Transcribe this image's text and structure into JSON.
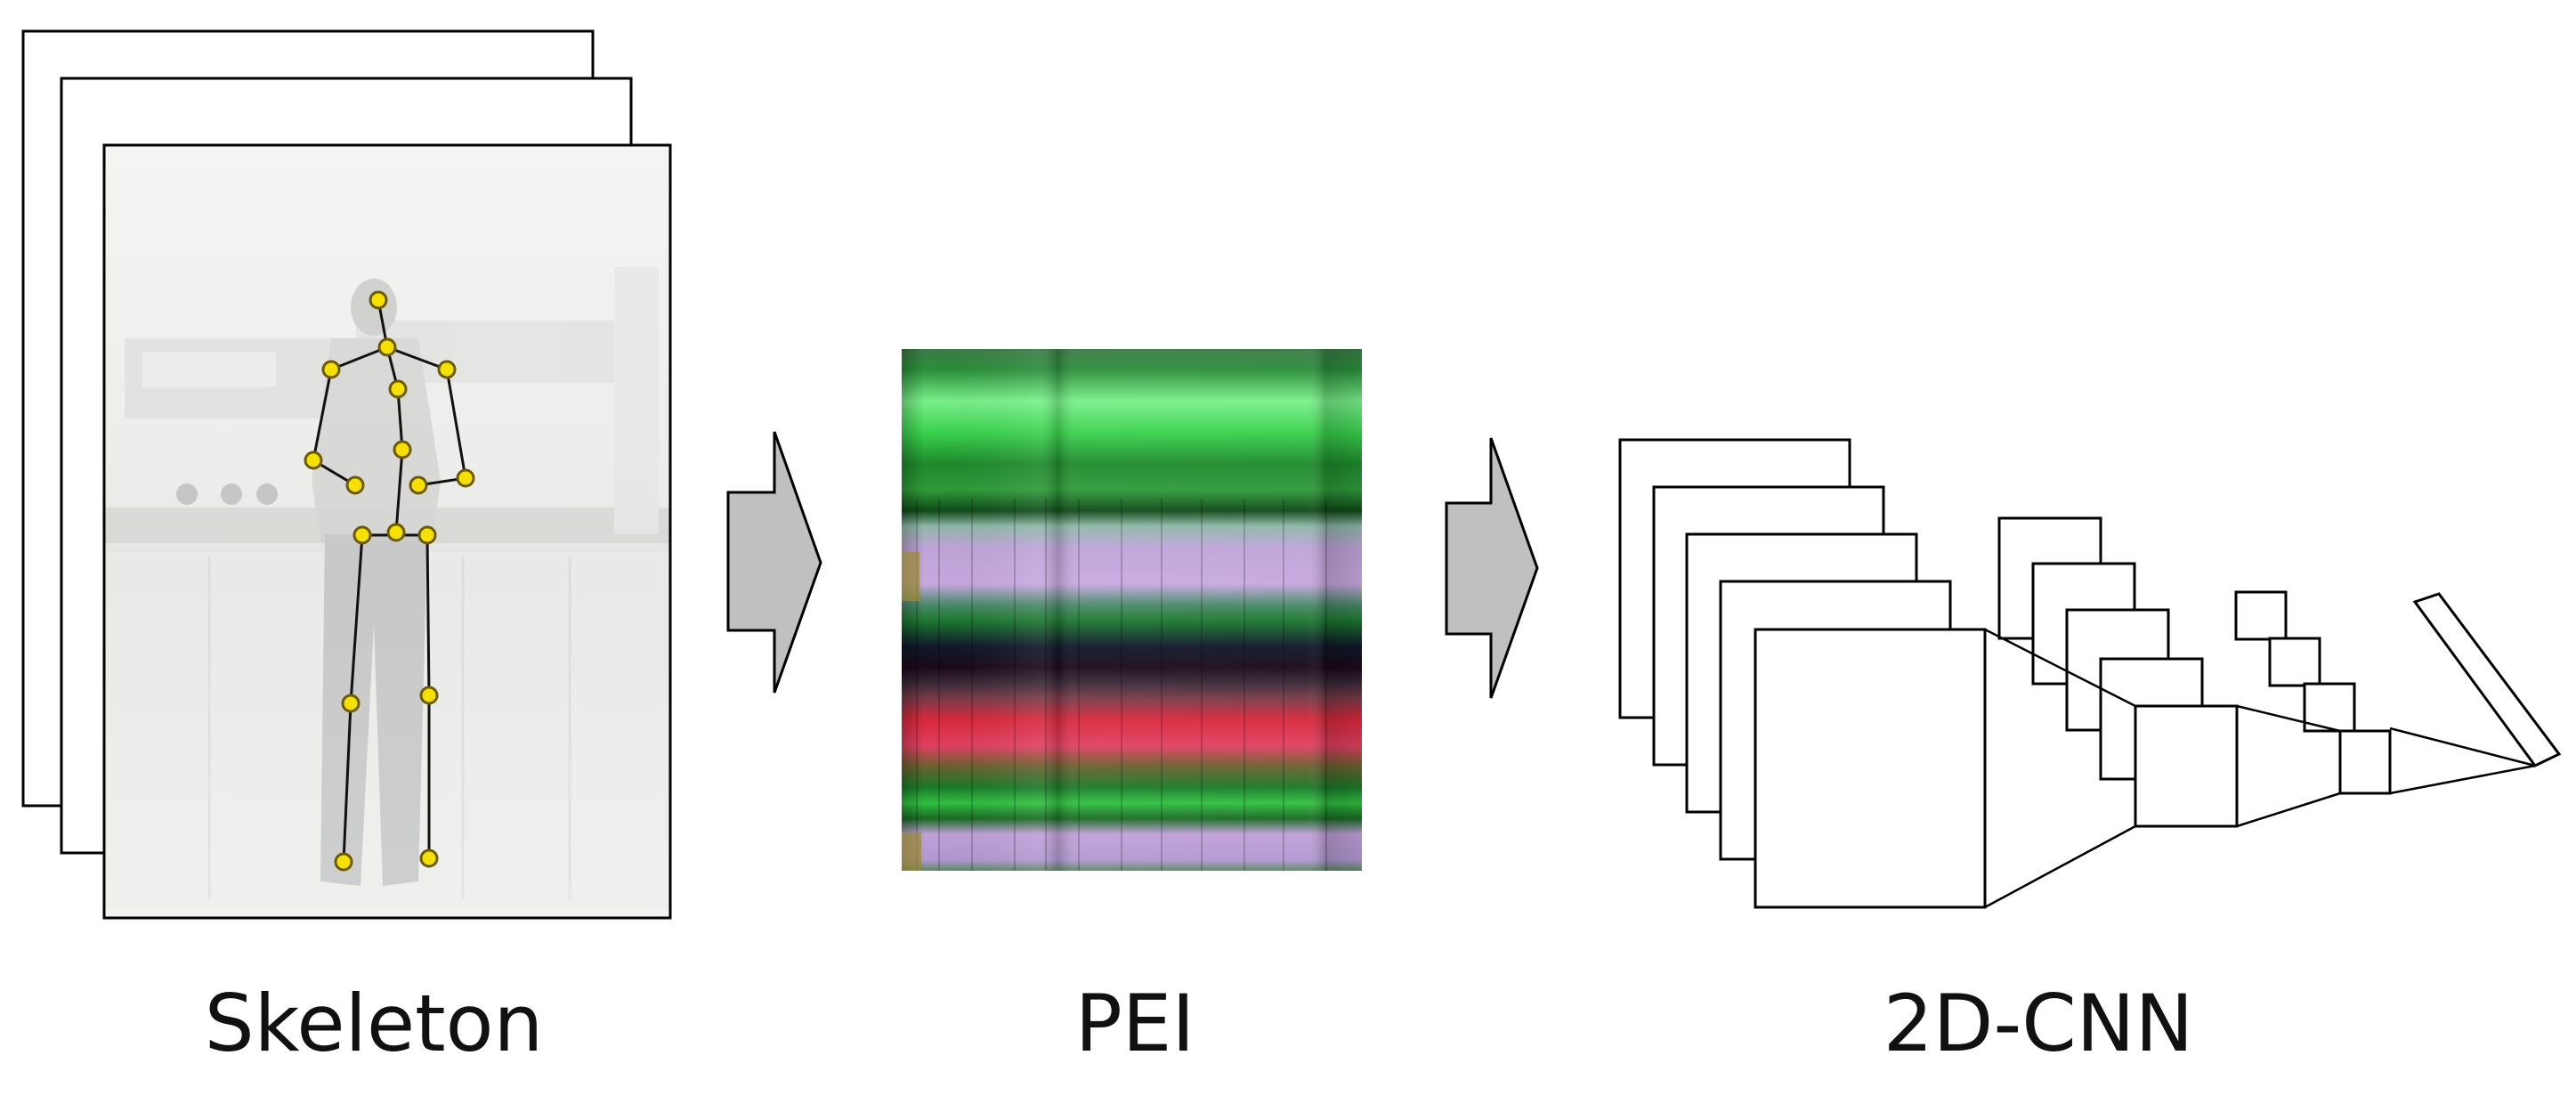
{
  "diagram": {
    "stages": [
      {
        "id": "skeleton",
        "label": "Skeleton"
      },
      {
        "id": "pei",
        "label": "PEI"
      },
      {
        "id": "cnn",
        "label": "2D-CNN"
      }
    ],
    "colors": {
      "stroke": "#000000",
      "arrow_fill": "#c0c0c0",
      "joint_fill": "#f5e000",
      "joint_stroke": "#6b5a00",
      "pei_green": "#2ea838",
      "pei_light_green": "#6cf07a",
      "pei_purple": "#b48ad6",
      "pei_red": "#d6283a",
      "pei_dark": "#101018"
    }
  }
}
